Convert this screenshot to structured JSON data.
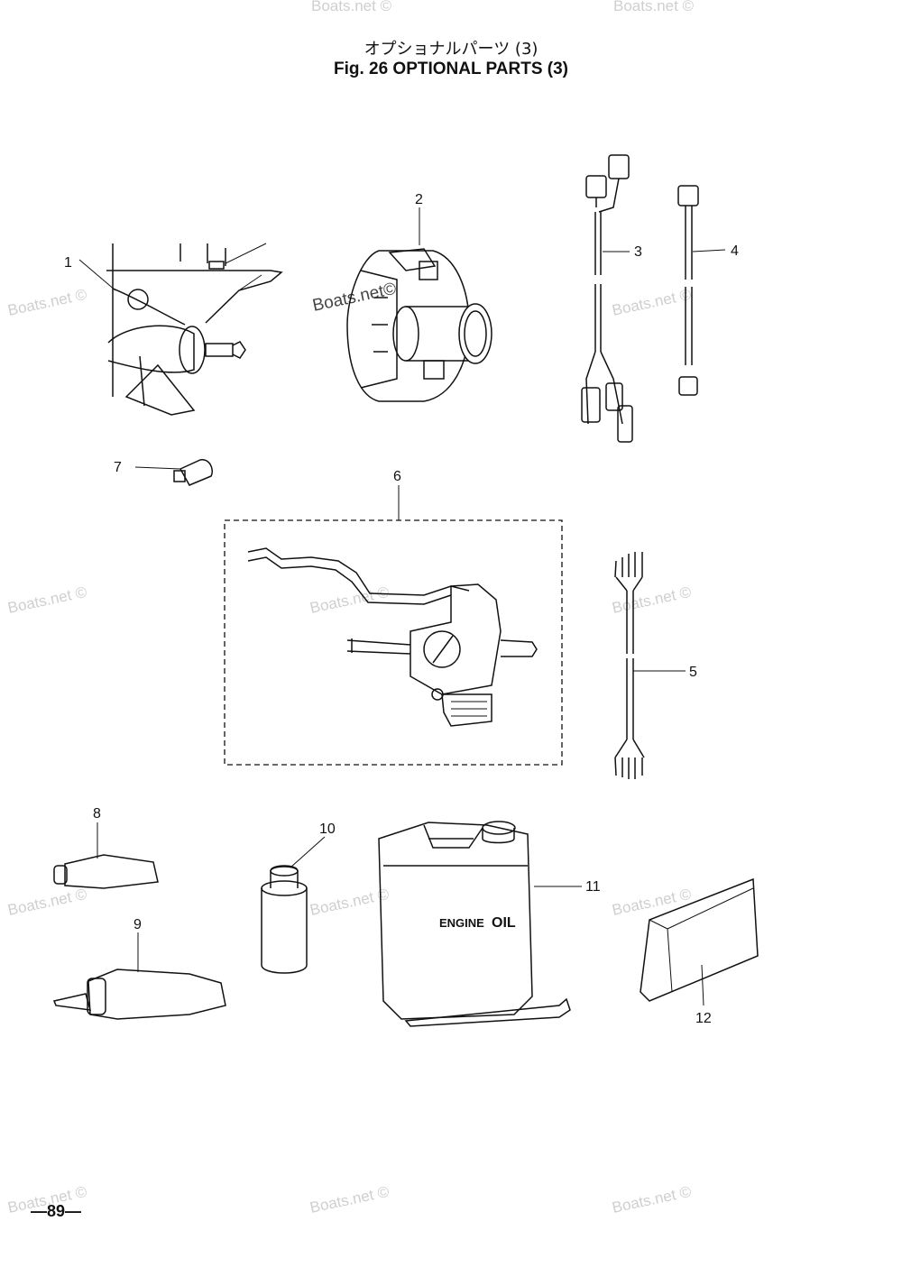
{
  "title_jp": "オプショナルパーツ (3)",
  "title_en": "Fig. 26   OPTIONAL PARTS (3)",
  "page_number": "—89—",
  "callouts": [
    "1",
    "2",
    "3",
    "4",
    "5",
    "6",
    "7",
    "8",
    "9",
    "10",
    "11",
    "12"
  ],
  "label_engine": "ENGINE",
  "label_oil": "OIL",
  "watermark": "Boats.net ©",
  "watermark_bold": "Boats.net©"
}
